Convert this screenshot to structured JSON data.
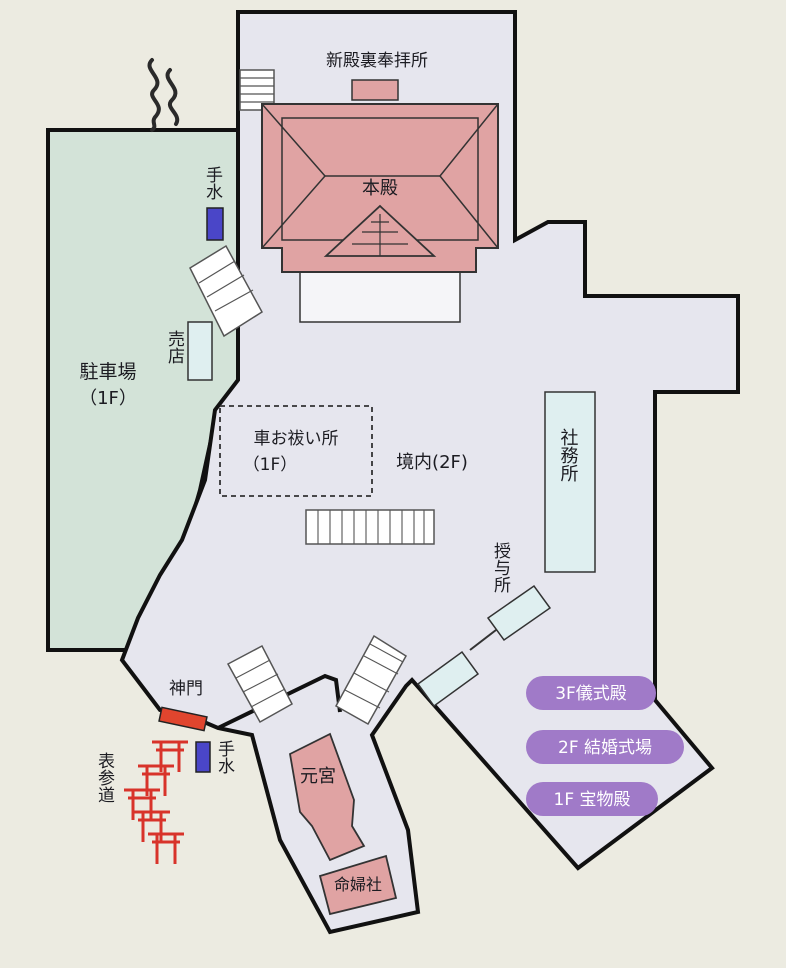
{
  "labels": {
    "shinden_uraboshaijo": "新殿裏奉拝所",
    "honden": "本殿",
    "temizu_top": "手水",
    "baiten": "売店",
    "parking_name": "駐車場",
    "parking_floor": "（1F）",
    "kuruma_oharai_name": "車お祓い所",
    "kuruma_oharai_floor": "（1F）",
    "keidai": "境内(2F)",
    "shamusho": "社務所",
    "juyosho": "授与所",
    "shinmon": "神門",
    "omotesando": "表参道",
    "temizu_bottom": "手水",
    "motomiya": "元宮",
    "meifusha": "命婦社"
  },
  "badges": [
    "3F儀式殿",
    "2F 結婚式場",
    "1F 宝物殿"
  ],
  "colors": {
    "background": "#ecebe1",
    "ground": "#e6e6ee",
    "parking": "#d3e3d8",
    "building_red": "#e0a3a3",
    "office_blue": "#dfeff0",
    "gate_red": "#e0452e",
    "water_blue": "#4a46c8",
    "badge_purple": "#a07ac8",
    "torii_red": "#d8332a",
    "outline": "#111111"
  },
  "icons": {
    "onsen": "onsen-steam-icon",
    "torii": "torii-gate-icon"
  }
}
